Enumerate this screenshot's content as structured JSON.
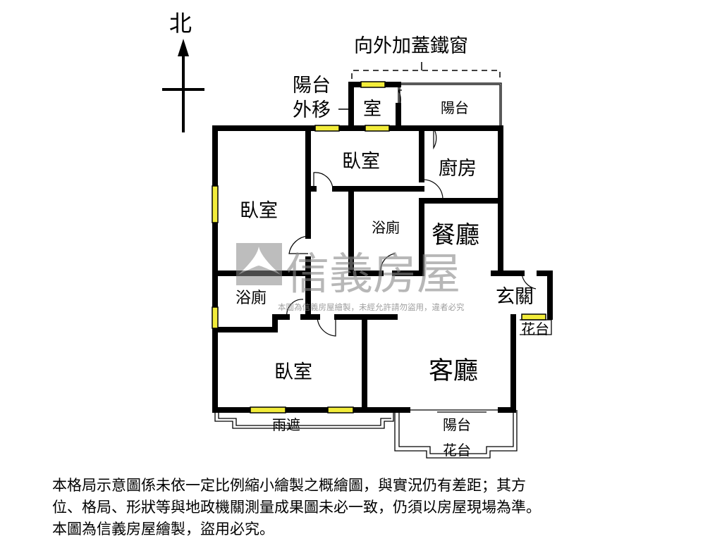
{
  "compass": {
    "north": "北"
  },
  "annotations": {
    "iron_window": "向外加蓋鐵窗",
    "balcony_moved_line1": "陽台",
    "balcony_moved_line2": "外移"
  },
  "rooms": {
    "small_room": "室",
    "balcony_north": "陽台",
    "bedroom_top": "臥室",
    "kitchen": "廚房",
    "bedroom_left": "臥室",
    "bath_center": "浴廁",
    "dining": "餐廳",
    "bath_left": "浴廁",
    "entrance": "玄關",
    "planter_east": "花台",
    "bedroom_bottom": "臥室",
    "living": "客廳",
    "canopy": "雨遮",
    "balcony_south": "陽台",
    "planter_south": "花台"
  },
  "watermark": {
    "brand": "信義房屋",
    "notice": "本圖為信義房屋繪製，未經允許請勿盜用，違者必究"
  },
  "disclaimer": {
    "line1": "本格局示意圖係未依一定比例縮小繪製之概繪圖，與實況仍有差距；其方",
    "line2": "位、格局、形狀等與地政機關測量成果圖未必一致，仍須以房屋現場為準。",
    "line3": "本圖為信義房屋繪製，盜用必究。"
  },
  "colors": {
    "wall": "#000000",
    "window": "#f2ec3a",
    "watermark": "#9a9a9a"
  }
}
